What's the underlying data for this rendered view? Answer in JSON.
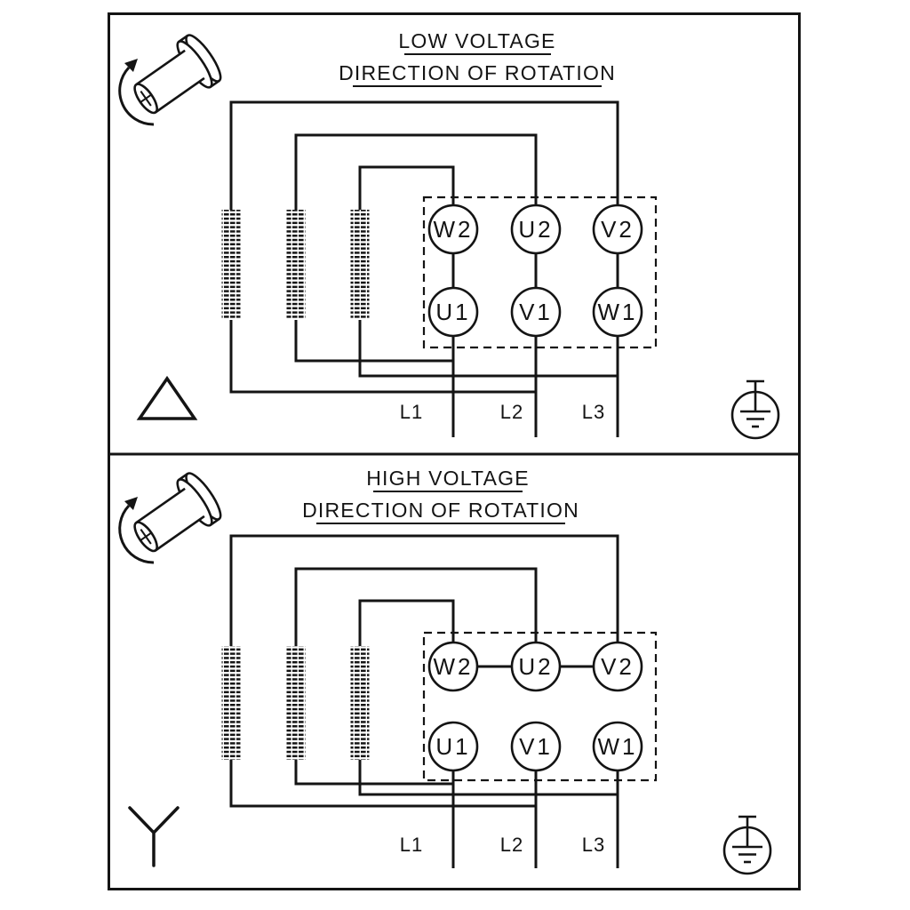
{
  "panels": [
    {
      "title": "LOW VOLTAGE",
      "subtitle": "DIRECTION OF ROTATION",
      "connection": "delta",
      "terminals_top": [
        "W2",
        "U2",
        "V2"
      ],
      "terminals_bottom": [
        "U1",
        "V1",
        "W1"
      ],
      "supply_lines": [
        "L1",
        "L2",
        "L3"
      ]
    },
    {
      "title": "HIGH VOLTAGE",
      "subtitle": "DIRECTION OF ROTATION",
      "connection": "star",
      "terminals_top": [
        "W2",
        "U2",
        "V2"
      ],
      "terminals_bottom": [
        "U1",
        "V1",
        "W1"
      ],
      "supply_lines": [
        "L1",
        "L2",
        "L3"
      ]
    }
  ],
  "icons": {
    "rotation": "shaft-rotation-direction-icon",
    "low_voltage_connection": "delta-symbol",
    "high_voltage_connection": "star-symbol",
    "ground": "protective-earth-icon"
  },
  "colors": {
    "line": "#141414",
    "background": "#ffffff"
  }
}
